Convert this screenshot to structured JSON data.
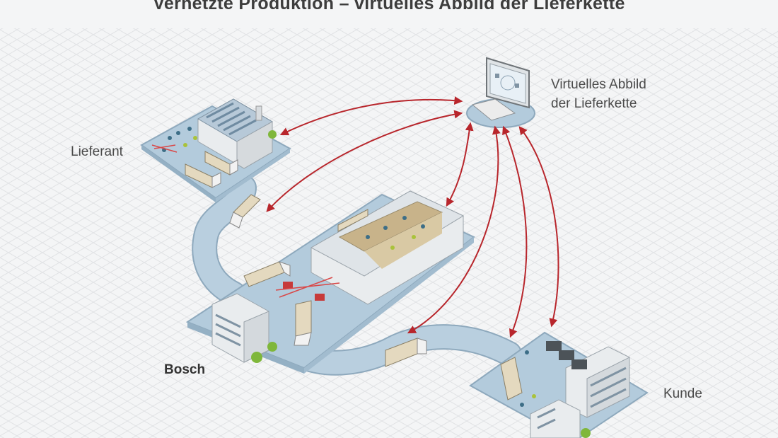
{
  "title": "Vernetzte Produktion – virtuelles Abbild der Lieferkette",
  "labels": {
    "virtual_line1": "Virtuelles Abbild",
    "virtual_line2": "der Lieferkette",
    "supplier": "Lieferant",
    "bosch": "Bosch",
    "customer": "Kunde"
  },
  "colors": {
    "background": "#f4f5f6",
    "grid": "#dfe1e3",
    "platform": "#b3cbdc",
    "road": "#b9cfdf",
    "arrow": "#b8262c",
    "building": "#e9ecee",
    "truck": "#e4d9bf"
  }
}
